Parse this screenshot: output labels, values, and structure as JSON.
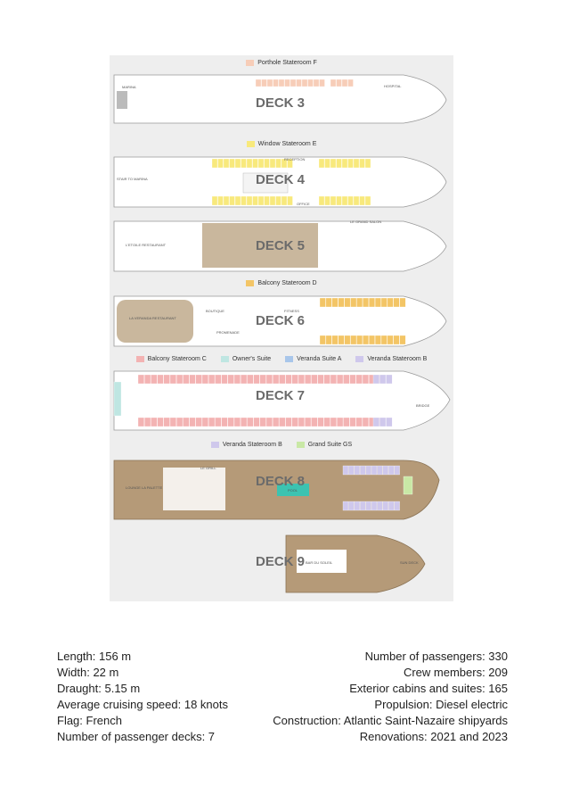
{
  "legend": {
    "porthole_f": "Porthole Stateroom F",
    "window_e": "Window Stateroom E",
    "balcony_d": "Balcony Stateroom D",
    "balcony_c": "Balcony Stateroom C",
    "owners": "Owner's Suite",
    "veranda_a": "Veranda Suite A",
    "veranda_b": "Veranda Stateroom B",
    "veranda_b2": "Veranda Stateroom B",
    "grand_gs": "Grand Suite GS"
  },
  "colors": {
    "porthole_f": "#f7cdb8",
    "window_e": "#f8e97c",
    "balcony_d": "#f3c566",
    "balcony_c": "#f3b3b3",
    "owners": "#bfe6e2",
    "veranda_a": "#a8c6ea",
    "veranda_b": "#cfc8ec",
    "grand_gs": "#c9e8a6",
    "deck_wood": "#b59a78"
  },
  "decks": {
    "d3": "DECK 3",
    "d4": "DECK 4",
    "d5": "DECK 5",
    "d6": "DECK 6",
    "d7": "DECK 7",
    "d8": "DECK 8",
    "d9": "DECK 9"
  },
  "places": {
    "marina": "MARINA",
    "hospital": "HOSPITAL",
    "reception": "RECEPTION",
    "stair_marina": "STAIR TO MARINA",
    "office": "OFFICE",
    "etoile": "L'ETOILE RESTAURANT",
    "grand_salon": "LE GRAND SALON",
    "boutique": "BOUTIQUE",
    "fitness": "FITNESS",
    "veranda_rest": "LA VERANDA RESTAURANT",
    "promenade": "PROMENADE",
    "bridge": "BRIDGE",
    "grill": "LE GRILL",
    "lounge": "LOUNGE LA PALETTE",
    "pool": "POOL",
    "bar_soleil": "BAR DU SOLEIL",
    "sun_deck": "SUN DECK"
  },
  "specs": {
    "left": [
      "Length: 156 m",
      "Width: 22 m",
      "Draught: 5.15 m",
      "Average cruising speed: 18 knots",
      "Flag: French",
      "Number of passenger decks: 7"
    ],
    "right": [
      "Number of passengers: 330",
      "Crew members: 209",
      "Exterior cabins and suites: 165",
      "Propulsion: Diesel electric",
      "Construction: Atlantic Saint-Nazaire shipyards",
      "Renovations: 2021 and 2023"
    ]
  }
}
